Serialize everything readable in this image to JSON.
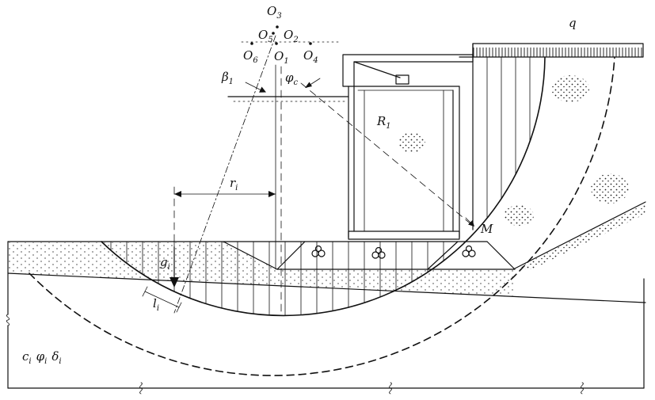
{
  "labels": {
    "o3": {
      "main": "O",
      "sub": "3"
    },
    "o5": {
      "main": "O",
      "sub": "5"
    },
    "o2": {
      "main": "O",
      "sub": "2"
    },
    "o6": {
      "main": "O",
      "sub": "6"
    },
    "o1": {
      "main": "O",
      "sub": "1"
    },
    "o4": {
      "main": "O",
      "sub": "4"
    },
    "beta1": {
      "main": "β",
      "sub": "1"
    },
    "phi_c": {
      "main": "φ",
      "sub": "c"
    },
    "r_i": {
      "main": "r",
      "sub": "i"
    },
    "R1": {
      "main": "R",
      "sub": "1"
    },
    "q": "q",
    "M": "M",
    "g_i": {
      "main": "g",
      "sub": "i"
    },
    "l_i": {
      "main": "l",
      "sub": "i"
    }
  },
  "soil_params": [
    {
      "main": "c",
      "sub": "i"
    },
    {
      "main": "φ",
      "sub": "i"
    },
    {
      "main": "δ",
      "sub": "i"
    }
  ],
  "colors": {
    "ink": "#111111",
    "paper": "#ffffff"
  }
}
